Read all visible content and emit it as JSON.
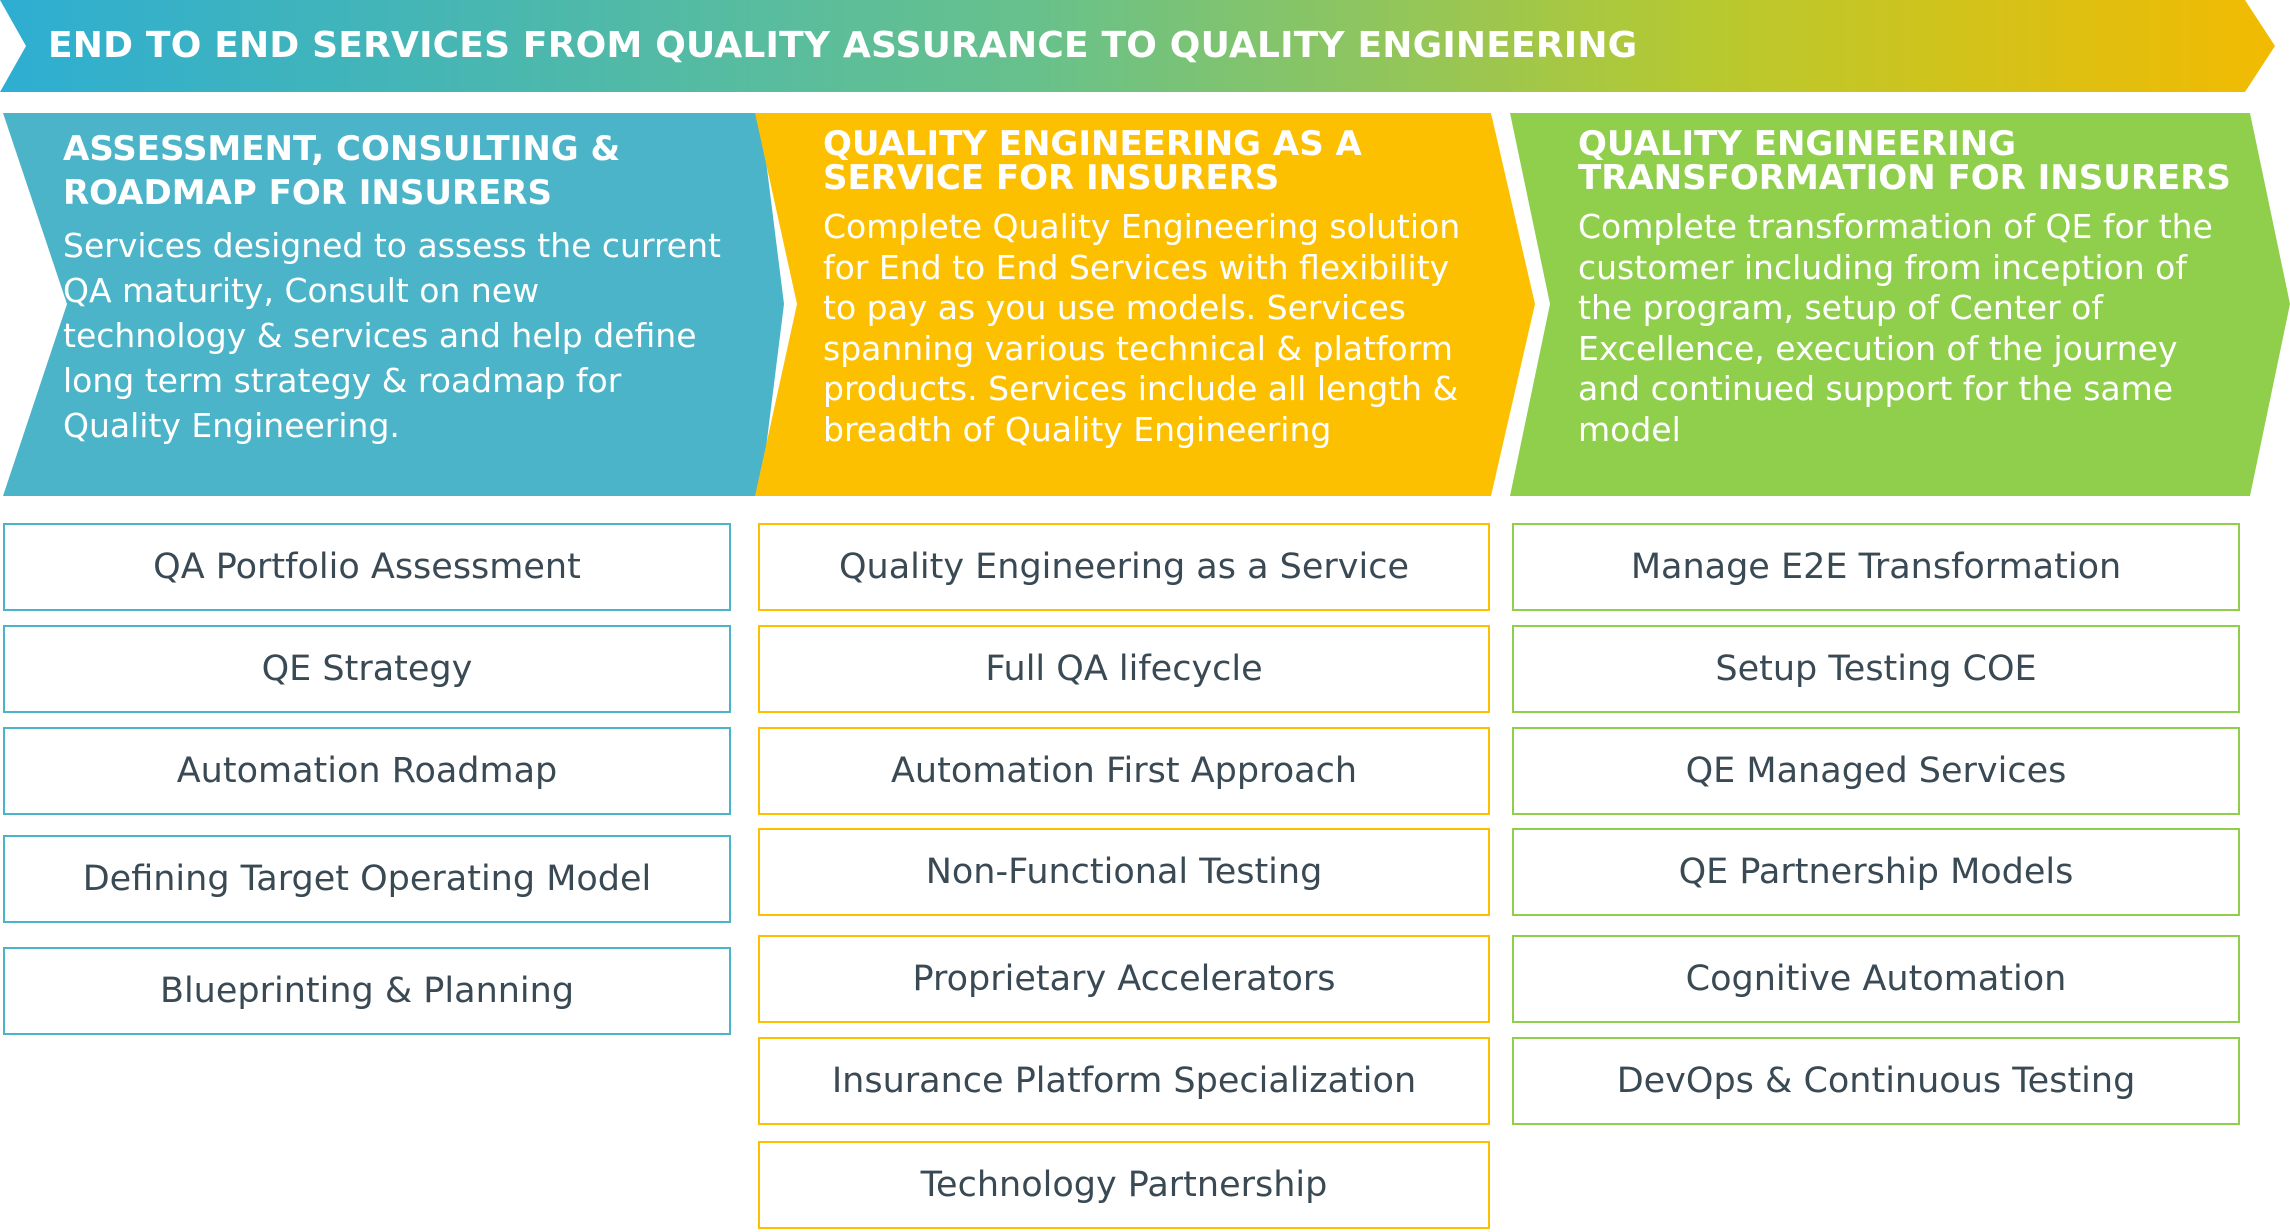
{
  "banner": {
    "title": "END TO END SERVICES FROM QUALITY ASSURANCE TO QUALITY ENGINEERING"
  },
  "columns": [
    {
      "title_lines": [
        "ASSESSMENT, CONSULTING &",
        "ROADMAP FOR INSURERS"
      ],
      "desc_lines": [
        "Services designed to assess the current",
        "QA maturity, Consult on new",
        "technology & services and help define",
        "long term strategy & roadmap for",
        "Quality Engineering."
      ],
      "items": [
        "QA Portfolio Assessment",
        "QE Strategy",
        "Automation Roadmap",
        "Defining Target Operating Model",
        "Blueprinting & Planning"
      ]
    },
    {
      "title_lines": [
        "QUALITY ENGINEERING AS A",
        "SERVICE FOR INSURERS"
      ],
      "desc_lines": [
        "Complete Quality Engineering solution",
        "for End to End Services with flexibility",
        "to pay as you use models. Services",
        "spanning various technical & platform",
        "products. Services include all length &",
        "breadth of Quality Engineering"
      ],
      "items": [
        "Quality Engineering as a Service",
        "Full QA lifecycle",
        "Automation First Approach",
        "Non-Functional Testing",
        "Proprietary Accelerators",
        "Insurance Platform Specialization",
        "Technology Partnership"
      ]
    },
    {
      "title_lines": [
        "QUALITY ENGINEERING",
        "TRANSFORMATION FOR INSURERS"
      ],
      "desc_lines": [
        "Complete transformation of QE for the",
        "customer including from inception of",
        "the program, setup of Center of",
        "Excellence, execution of the journey",
        "and continued support for the same",
        "model"
      ],
      "items": [
        "Manage E2E Transformation",
        "Setup Testing COE",
        "QE Managed Services",
        "QE Partnership Models",
        "Cognitive Automation",
        "DevOps & Continuous Testing"
      ]
    }
  ],
  "colors": {
    "teal": "#4cb4c8",
    "yellow": "#fcc000",
    "green": "#8fcf4c",
    "item_text": "#3a4a55"
  }
}
